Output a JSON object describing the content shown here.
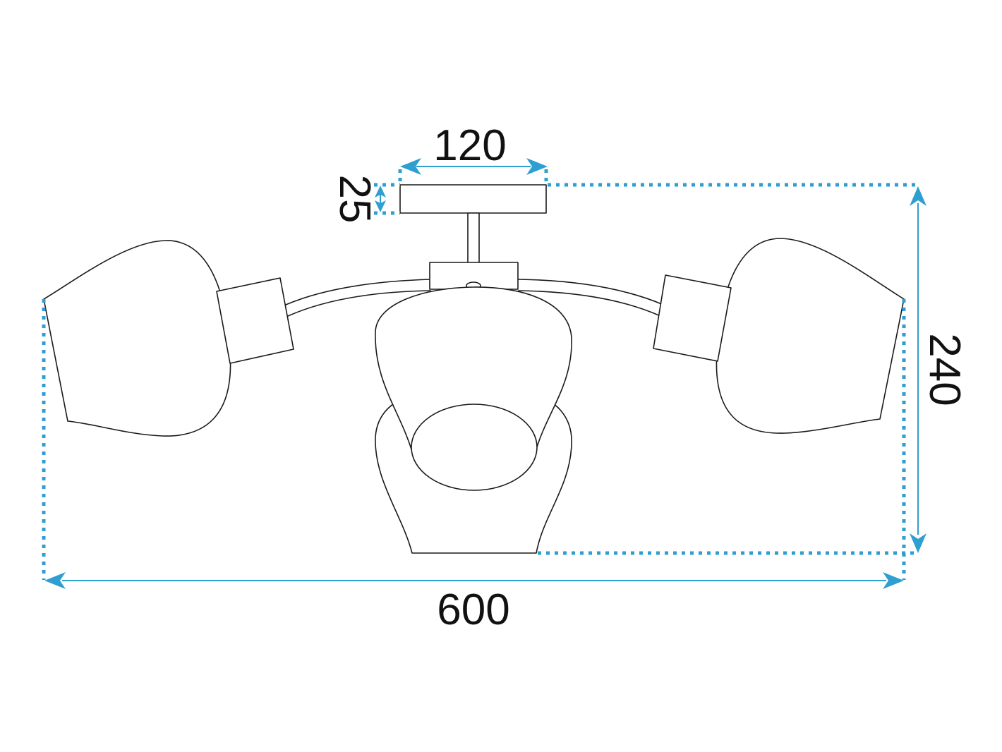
{
  "dimensions": {
    "width": "600",
    "height": "240",
    "canopy_width": "120",
    "canopy_height": "25"
  },
  "colors": {
    "dimension_lines": "#2e9fd0",
    "outline": "#1a1a1a",
    "background": "#ffffff"
  }
}
